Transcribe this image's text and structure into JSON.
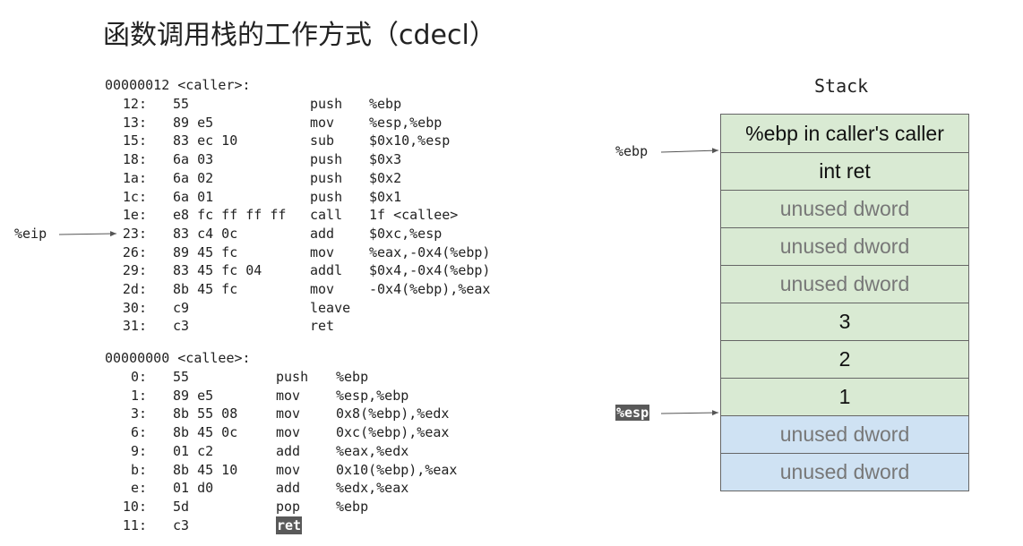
{
  "title": "函数调用栈的工作方式（cdecl）",
  "caller": {
    "header": "00000012 <caller>:",
    "lines": [
      {
        "addr": "12:",
        "bytes": "55",
        "op": "push",
        "args": "%ebp"
      },
      {
        "addr": "13:",
        "bytes": "89 e5",
        "op": "mov",
        "args": "%esp,%ebp"
      },
      {
        "addr": "15:",
        "bytes": "83 ec 10",
        "op": "sub",
        "args": "$0x10,%esp"
      },
      {
        "addr": "18:",
        "bytes": "6a 03",
        "op": "push",
        "args": "$0x3"
      },
      {
        "addr": "1a:",
        "bytes": "6a 02",
        "op": "push",
        "args": "$0x2"
      },
      {
        "addr": "1c:",
        "bytes": "6a 01",
        "op": "push",
        "args": "$0x1"
      },
      {
        "addr": "1e:",
        "bytes": "e8 fc ff ff ff",
        "op": "call",
        "args": "1f <callee>"
      },
      {
        "addr": "23:",
        "bytes": "83 c4 0c",
        "op": "add",
        "args": "$0xc,%esp"
      },
      {
        "addr": "26:",
        "bytes": "89 45 fc",
        "op": "mov",
        "args": "%eax,-0x4(%ebp)"
      },
      {
        "addr": "29:",
        "bytes": "83 45 fc 04",
        "op": "addl",
        "args": "$0x4,-0x4(%ebp)"
      },
      {
        "addr": "2d:",
        "bytes": "8b 45 fc",
        "op": "mov",
        "args": "-0x4(%ebp),%eax"
      },
      {
        "addr": "30:",
        "bytes": "c9",
        "op": "leave",
        "args": ""
      },
      {
        "addr": "31:",
        "bytes": "c3",
        "op": "ret",
        "args": ""
      }
    ]
  },
  "callee": {
    "header": "00000000 <callee>:",
    "lines": [
      {
        "addr": "0:",
        "bytes": "55",
        "op": "push",
        "args": "%ebp"
      },
      {
        "addr": "1:",
        "bytes": "89 e5",
        "op": "mov",
        "args": "%esp,%ebp"
      },
      {
        "addr": "3:",
        "bytes": "8b 55 08",
        "op": "mov",
        "args": "0x8(%ebp),%edx"
      },
      {
        "addr": "6:",
        "bytes": "8b 45 0c",
        "op": "mov",
        "args": "0xc(%ebp),%eax"
      },
      {
        "addr": "9:",
        "bytes": "01 c2",
        "op": "add",
        "args": "%eax,%edx"
      },
      {
        "addr": "b:",
        "bytes": "8b 45 10",
        "op": "mov",
        "args": "0x10(%ebp),%eax"
      },
      {
        "addr": "e:",
        "bytes": "01 d0",
        "op": "add",
        "args": "%edx,%eax"
      },
      {
        "addr": "10:",
        "bytes": "5d",
        "op": "pop",
        "args": "%ebp"
      },
      {
        "addr": "11:",
        "bytes": "c3",
        "op": "ret",
        "args": "",
        "highlight": true
      }
    ]
  },
  "stack": {
    "title": "Stack",
    "cells": [
      {
        "text": "%ebp in caller's caller",
        "color": "green",
        "tone": "dark"
      },
      {
        "text": "int ret",
        "color": "green",
        "tone": "dark"
      },
      {
        "text": "unused dword",
        "color": "green",
        "tone": "gray"
      },
      {
        "text": "unused dword",
        "color": "green",
        "tone": "gray"
      },
      {
        "text": "unused dword",
        "color": "green",
        "tone": "gray"
      },
      {
        "text": "3",
        "color": "green",
        "tone": "dark"
      },
      {
        "text": "2",
        "color": "green",
        "tone": "dark"
      },
      {
        "text": "1",
        "color": "green",
        "tone": "dark"
      },
      {
        "text": "unused dword",
        "color": "blue",
        "tone": "gray"
      },
      {
        "text": "unused dword",
        "color": "blue",
        "tone": "gray"
      }
    ]
  },
  "pointers": {
    "eip": "%eip",
    "ebp": "%ebp",
    "esp": "%esp"
  },
  "colors": {
    "frame_green": "#d9ead3",
    "frame_blue": "#cfe2f3",
    "highlight": "#595959"
  }
}
